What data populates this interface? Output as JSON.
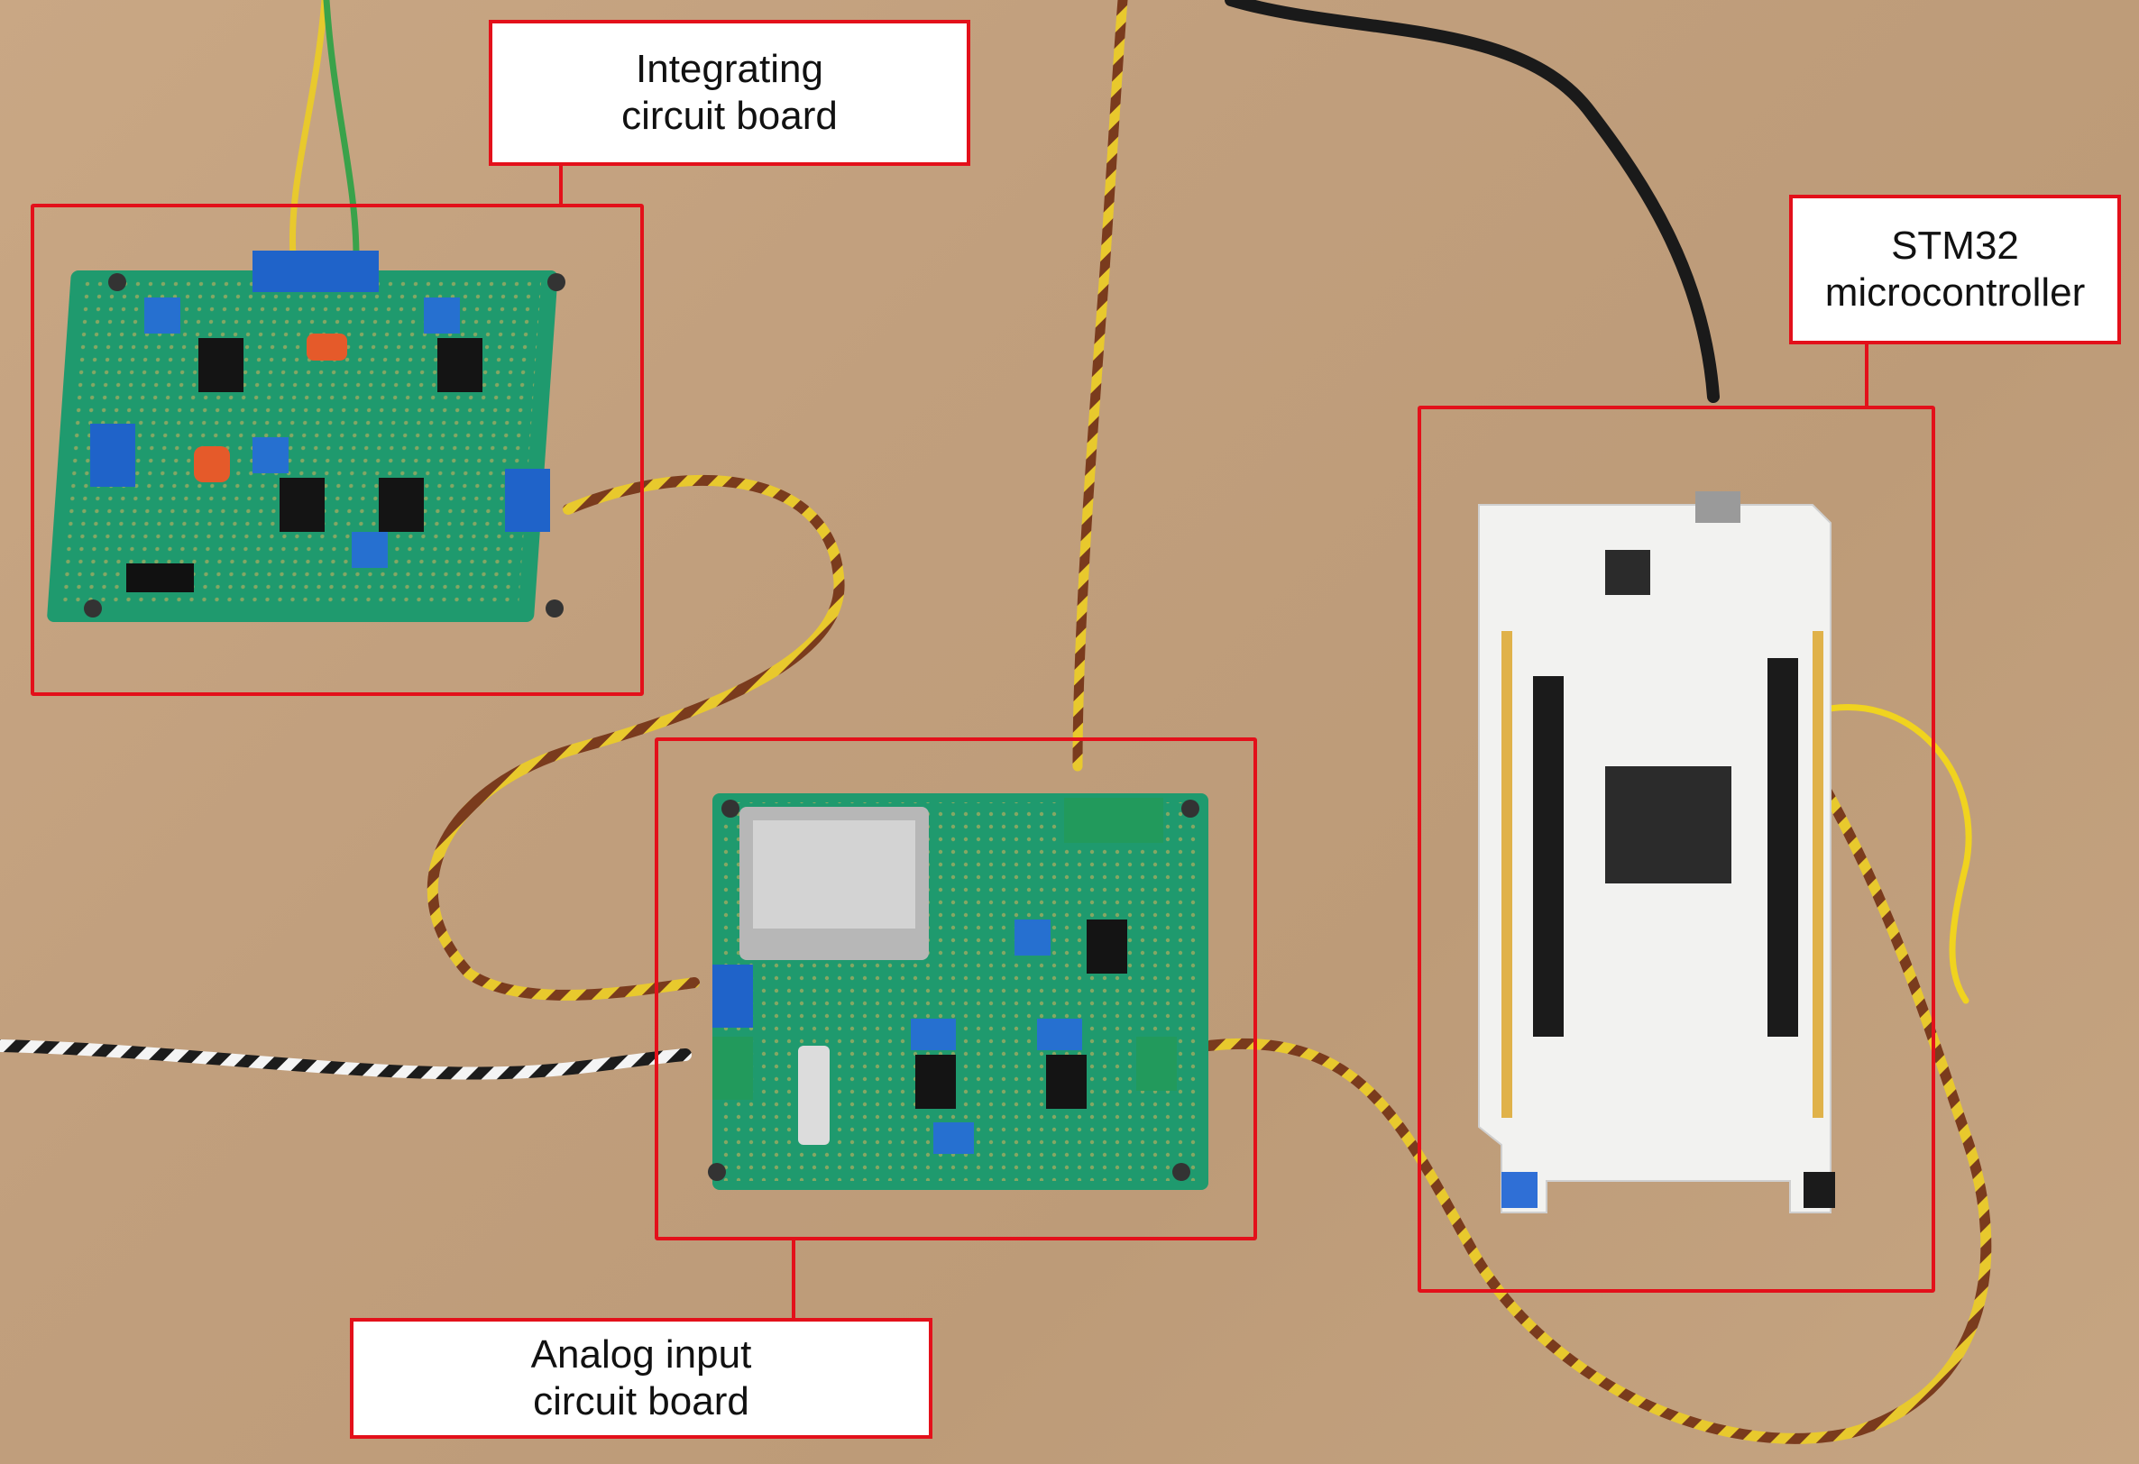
{
  "labels": {
    "integrating": {
      "line1": "Integrating",
      "line2": "circuit board"
    },
    "stm32": {
      "line1": "STM32",
      "line2": "microcontroller"
    },
    "analog": {
      "line1": "Analog input",
      "line2": "circuit board"
    }
  },
  "colors": {
    "callout_border": "#e3101a",
    "background": "#c4a27f",
    "board_green": "#1f9a6e",
    "nucleo_white": "#f2f2f0"
  }
}
